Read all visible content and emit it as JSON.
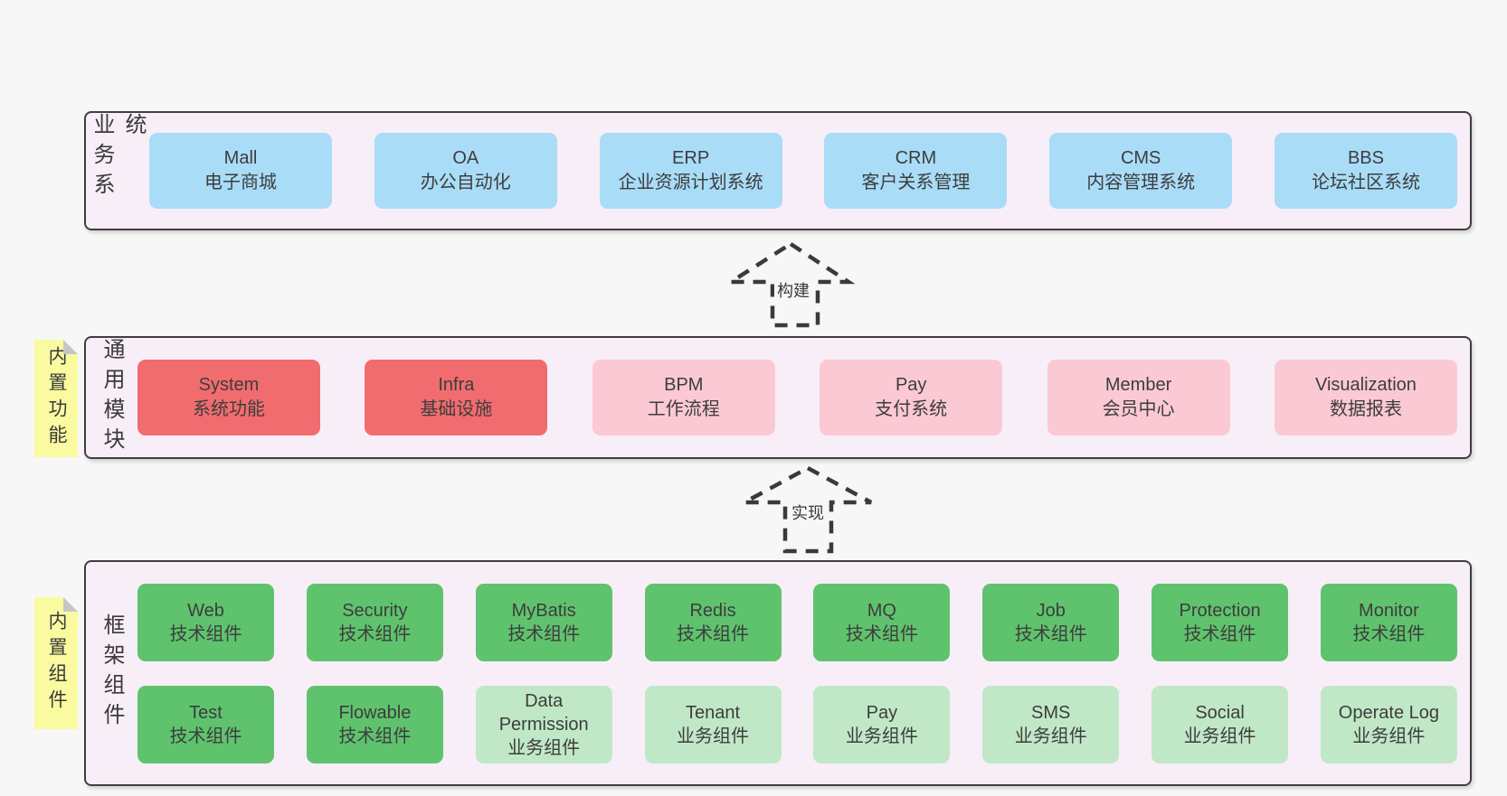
{
  "bands": [
    {
      "label": "业务系统",
      "boxes": [
        {
          "title": "Mall",
          "subtitle": "电子商城"
        },
        {
          "title": "OA",
          "subtitle": "办公自动化"
        },
        {
          "title": "ERP",
          "subtitle": "企业资源计划系统"
        },
        {
          "title": "CRM",
          "subtitle": "客户关系管理"
        },
        {
          "title": "CMS",
          "subtitle": "内容管理系统"
        },
        {
          "title": "BBS",
          "subtitle": "论坛社区系统"
        }
      ]
    },
    {
      "label": "通用模块",
      "sticky": "内置功能",
      "boxes": [
        {
          "title": "System",
          "subtitle": "系统功能"
        },
        {
          "title": "Infra",
          "subtitle": "基础设施"
        },
        {
          "title": "BPM",
          "subtitle": "工作流程"
        },
        {
          "title": "Pay",
          "subtitle": "支付系统"
        },
        {
          "title": "Member",
          "subtitle": "会员中心"
        },
        {
          "title": "Visualization",
          "subtitle": "数据报表"
        }
      ]
    },
    {
      "label": "框架组件",
      "sticky": "内置组件",
      "rows": [
        [
          {
            "title": "Web",
            "subtitle": "技术组件"
          },
          {
            "title": "Security",
            "subtitle": "技术组件"
          },
          {
            "title": "MyBatis",
            "subtitle": "技术组件"
          },
          {
            "title": "Redis",
            "subtitle": "技术组件"
          },
          {
            "title": "MQ",
            "subtitle": "技术组件"
          },
          {
            "title": "Job",
            "subtitle": "技术组件"
          },
          {
            "title": "Protection",
            "subtitle": "技术组件"
          },
          {
            "title": "Monitor",
            "subtitle": "技术组件"
          }
        ],
        [
          {
            "title": "Test",
            "subtitle": "技术组件"
          },
          {
            "title": "Flowable",
            "subtitle": "技术组件"
          },
          {
            "title": "Data Permission",
            "subtitle": "业务组件"
          },
          {
            "title": "Tenant",
            "subtitle": "业务组件"
          },
          {
            "title": "Pay",
            "subtitle": "业务组件"
          },
          {
            "title": "SMS",
            "subtitle": "业务组件"
          },
          {
            "title": "Social",
            "subtitle": "业务组件"
          },
          {
            "title": "Operate Log",
            "subtitle": "业务组件"
          }
        ]
      ]
    }
  ],
  "arrows": [
    {
      "label": "构建"
    },
    {
      "label": "实现"
    }
  ],
  "colors": {
    "background": "#f7f7f7",
    "band_background": "#f8eef8",
    "band_border": "#3f3f3f",
    "blue_node": "#a9dcf7",
    "red_node": "#f16c6e",
    "pink_node": "#fbc9d3",
    "green_node": "#5fc36d",
    "light_green_node": "#c0e8c7",
    "sticky_note": "#fafaa1"
  }
}
